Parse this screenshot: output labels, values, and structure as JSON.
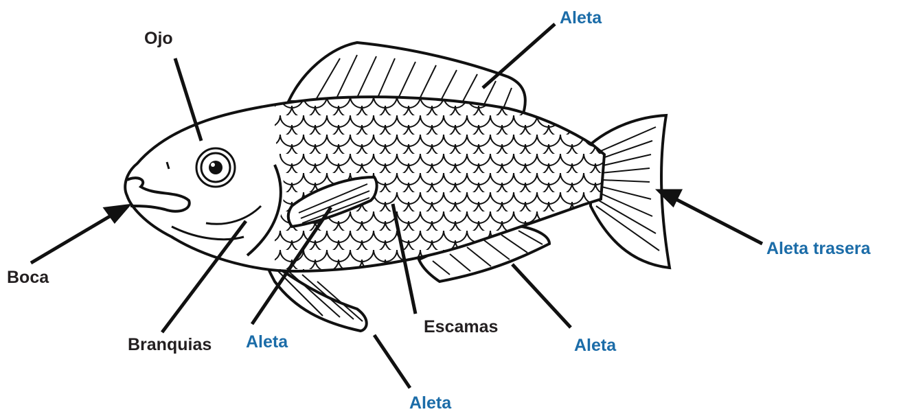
{
  "colors": {
    "outline": "#111111",
    "pointer": "#111111",
    "label_dark": "#231f20",
    "label_blue": "#1b6ca8",
    "background": "#ffffff"
  },
  "labels": {
    "eye": "Ojo",
    "mouth": "Boca",
    "gills": "Branquias",
    "scales": "Escamas",
    "fin_dorsal": "Aleta",
    "fin_pectoral": "Aleta",
    "fin_pelvic": "Aleta",
    "fin_anal": "Aleta",
    "fin_tail": "Aleta trasera"
  }
}
